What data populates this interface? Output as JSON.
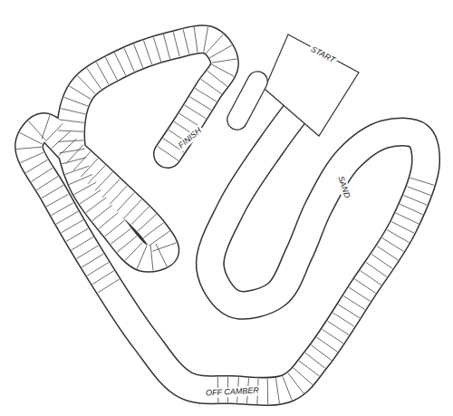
{
  "diagram": {
    "labels": [
      "START",
      "FINISH",
      "SAND",
      "OFF CAMBER"
    ]
  }
}
